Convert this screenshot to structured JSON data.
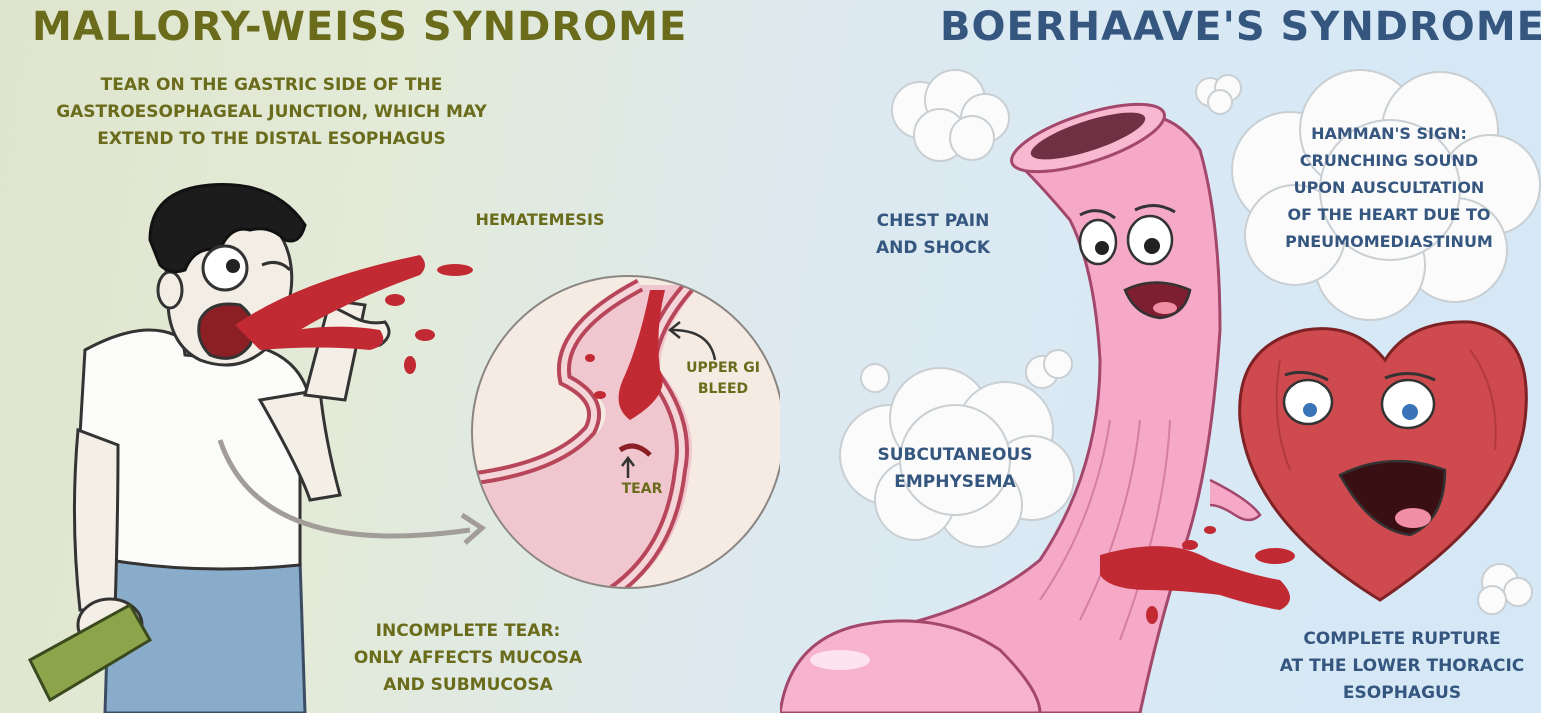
{
  "mallory_weiss": {
    "title": "MALLORY-WEISS SYNDROME",
    "description_lines": [
      "TEAR ON THE GASTRIC SIDE OF THE",
      "GASTROESOPHAGEAL JUNCTION, WHICH MAY",
      "EXTEND TO THE DISTAL ESOPHAGUS"
    ],
    "hematemesis": "HEMATEMESIS",
    "upper_gi_bleed_lines": [
      "UPPER GI",
      "BLEED"
    ],
    "tear": "TEAR",
    "incomplete_tear_lines": [
      "INCOMPLETE TEAR:",
      "ONLY AFFECTS MUCOSA",
      "AND SUBMUCOSA"
    ]
  },
  "boerhaave": {
    "title": "BOERHAAVE'S SYNDROME",
    "chest_pain_lines": [
      "CHEST PAIN",
      "AND SHOCK"
    ],
    "hammans_sign_lines": [
      "HAMMAN'S SIGN:",
      "CRUNCHING SOUND",
      "UPON AUSCULTATION",
      "OF THE HEART DUE TO",
      "PNEUMOMEDIASTINUM"
    ],
    "subcutaneous_lines": [
      "SUBCUTANEOUS",
      "EMPHYSEMA"
    ],
    "complete_rupture_lines": [
      "COMPLETE RUPTURE",
      "AT THE LOWER THORACIC",
      "ESOPHAGUS"
    ]
  },
  "colors": {
    "olive_text": "#6a6c1c",
    "navy_text": "#35567f",
    "blood": "#c22a33",
    "esophagus_pink": "#f5a9c6",
    "heart_red": "#cf4a4e"
  }
}
